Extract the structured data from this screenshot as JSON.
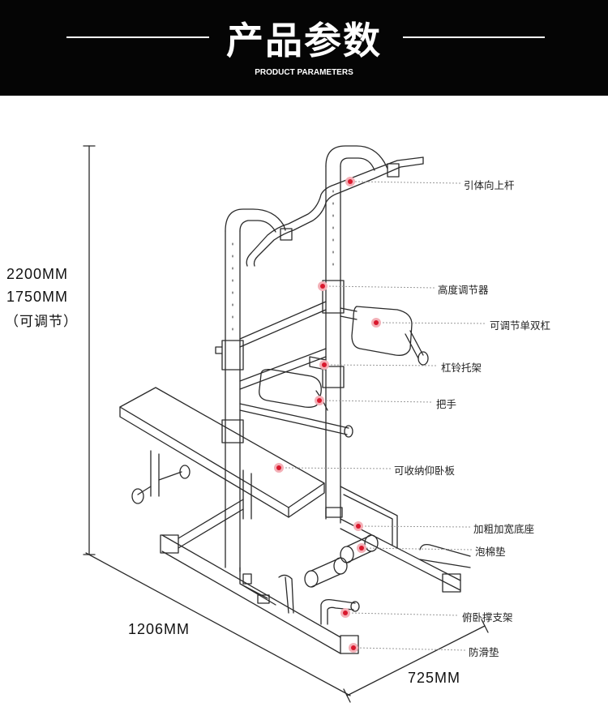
{
  "header": {
    "title": "产品参数",
    "subtitle": "PRODUCT PARAMETERS",
    "background": "#050505"
  },
  "dimensions": {
    "height_max": "2200MM",
    "height_min": "1750MM",
    "height_note": "（可调节）",
    "length": "1206MM",
    "width": "725MM"
  },
  "callouts": [
    "引体向上杆",
    "高度调节器",
    "可调节单双杠",
    "杠铃托架",
    "把手",
    "可收纳仰卧板",
    "加粗加宽底座",
    "泡棉垫",
    "俯卧撑支架",
    "防滑垫"
  ],
  "marker_color": "#d9182d"
}
